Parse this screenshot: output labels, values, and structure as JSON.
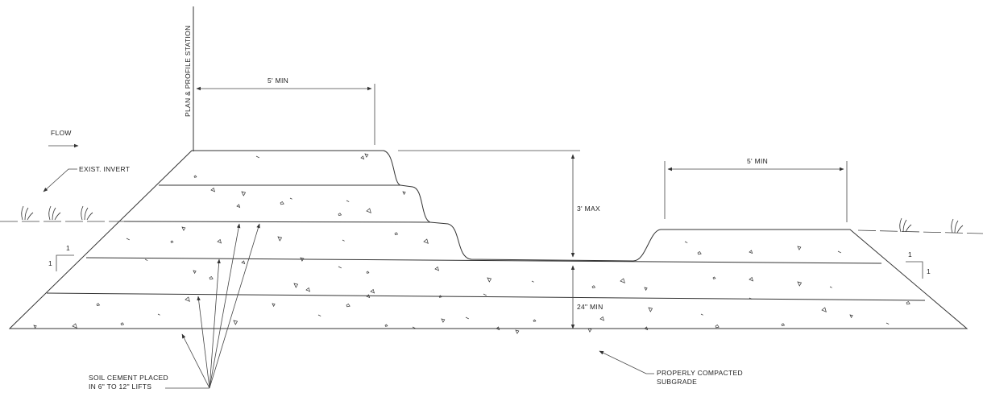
{
  "labels": {
    "station": "PLAN & PROFILE STATION",
    "flow": "FLOW",
    "exist_invert": "EXIST. INVERT",
    "dim_5min_left": "5' MIN",
    "dim_5min_right": "5' MIN",
    "dim_3max": "3' MAX",
    "dim_24min": "24\" MIN",
    "slope_left_v": "1",
    "slope_left_h": "1",
    "slope_right_v": "1",
    "slope_right_h": "1",
    "soil_cement_line1": "SOIL CEMENT PLACED",
    "soil_cement_line2": "IN 6\" TO 12\" LIFTS",
    "subgrade_line1": "PROPERLY COMPACTED",
    "subgrade_line2": "SUBGRADE"
  }
}
